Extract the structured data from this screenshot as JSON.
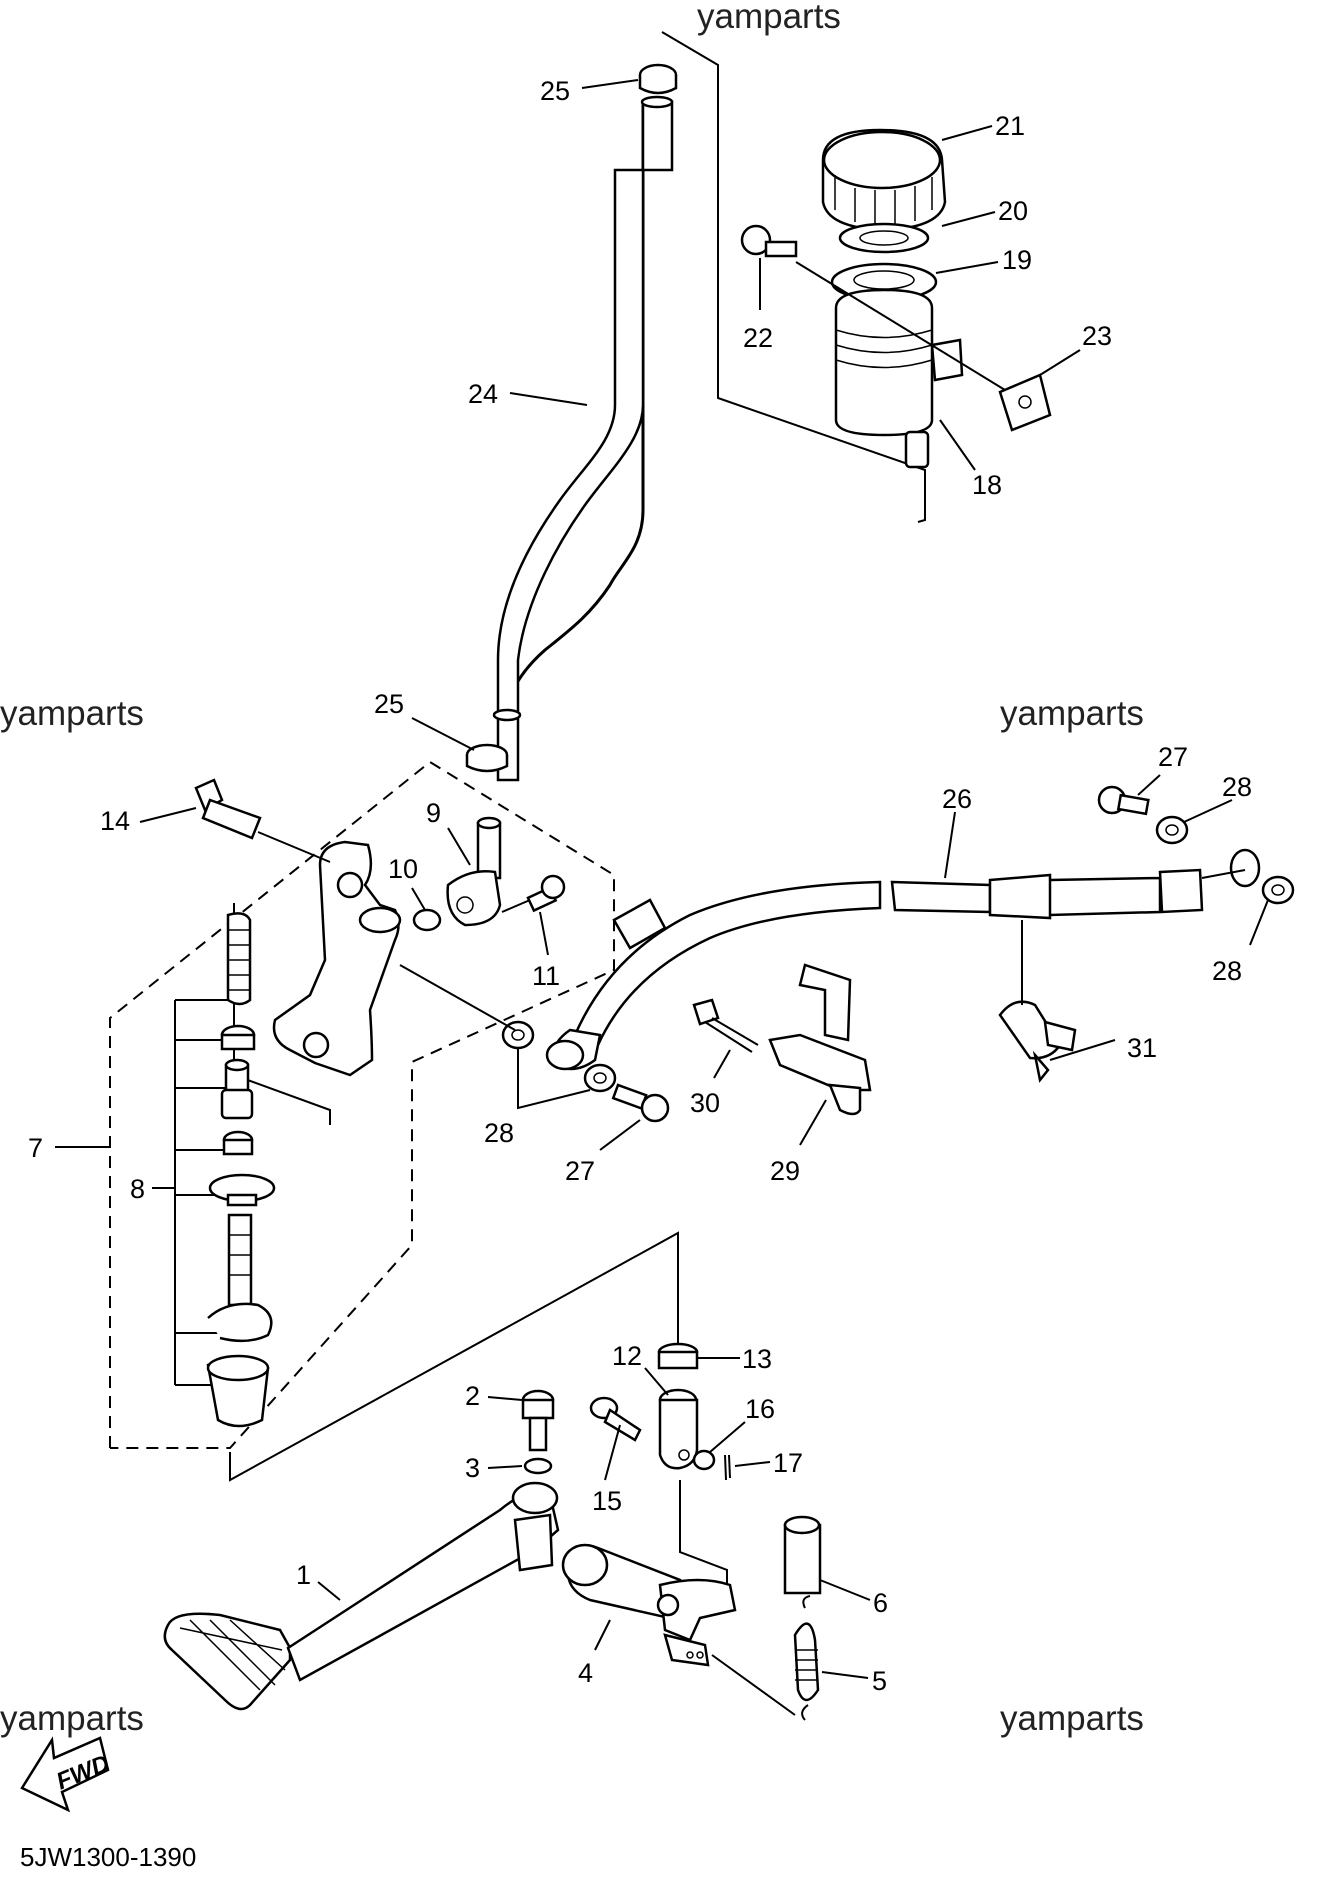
{
  "watermarks": [
    "yamparts",
    "yamparts",
    "yamparts",
    "yamparts",
    "yamparts"
  ],
  "diagram_code": "5JW1300-1390",
  "fwd_label": "FWD",
  "callouts": {
    "c1": "1",
    "c2": "2",
    "c3": "3",
    "c4": "4",
    "c5": "5",
    "c6": "6",
    "c7": "7",
    "c8": "8",
    "c9": "9",
    "c10": "10",
    "c11": "11",
    "c12": "12",
    "c13": "13",
    "c14": "14",
    "c15": "15",
    "c16": "16",
    "c17": "17",
    "c18": "18",
    "c19": "19",
    "c20": "20",
    "c21": "21",
    "c22": "22",
    "c23": "23",
    "c24": "24",
    "c25a": "25",
    "c25b": "25",
    "c26": "26",
    "c27a": "27",
    "c27b": "27",
    "c28a": "28",
    "c28b": "28",
    "c28c": "28",
    "c29": "29",
    "c30": "30",
    "c31": "31"
  }
}
